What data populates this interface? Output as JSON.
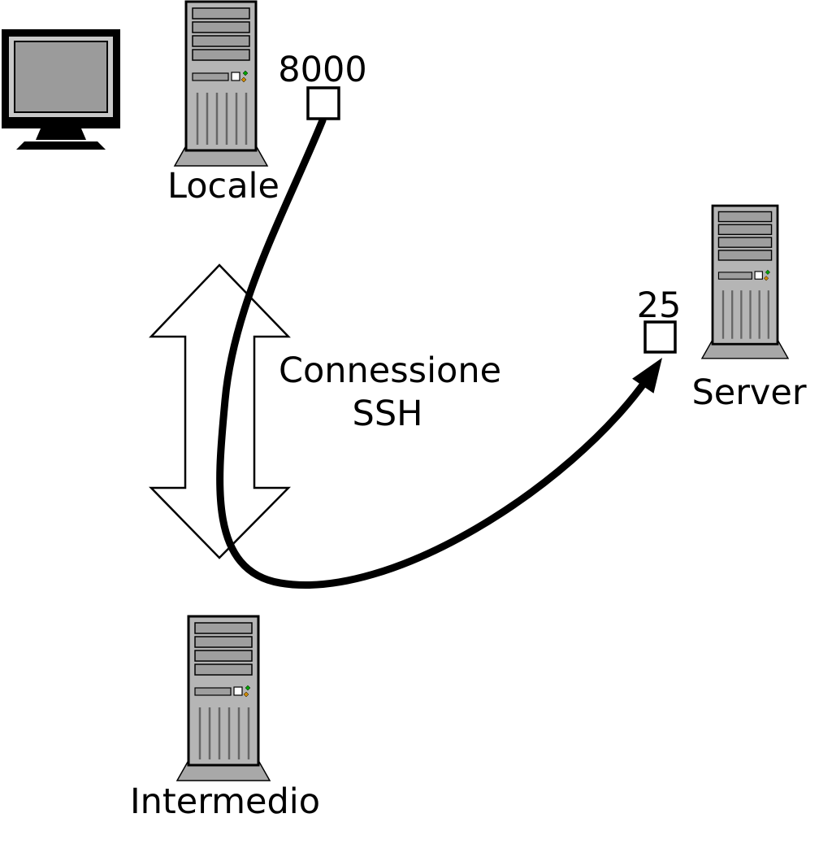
{
  "diagram": {
    "title": "SSH tunnel port forwarding diagram",
    "nodes": {
      "locale": {
        "label": "Locale",
        "type": "computer-tower"
      },
      "intermedio": {
        "label": "Intermedio",
        "type": "computer-tower"
      },
      "server": {
        "label": "Server",
        "type": "computer-tower"
      }
    },
    "ports": {
      "local": {
        "label": "8000",
        "attached_to": "locale"
      },
      "remote": {
        "label": "25",
        "attached_to": "server"
      }
    },
    "connection": {
      "line1": "Connessione",
      "line2": "SSH",
      "between": [
        "locale",
        "intermedio"
      ]
    },
    "edges": [
      {
        "from": "port-8000",
        "to": "port-25",
        "style": "thick-black-curve-with-arrowhead"
      }
    ],
    "colors": {
      "background": "#ffffff",
      "stroke": "#000000",
      "tower_body": "#b5b5b5",
      "tower_slot": "#9e9e9e",
      "tower_base": "#a8a8a8",
      "monitor_bezel": "#c8c8c8",
      "monitor_screen": "#9b9b9b",
      "led_green": "#00a000",
      "led_amber": "#cc8800",
      "arrow_fill": "#ffffff"
    }
  }
}
